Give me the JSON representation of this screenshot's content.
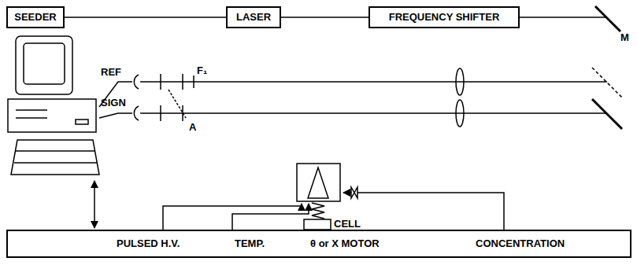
{
  "diagram": {
    "nodes": [
      {
        "text": [
          "SEEDER"
        ]
      },
      {
        "text": [
          "LASER"
        ]
      },
      {
        "text": [
          "FREQUENCY SHIFTER"
        ]
      },
      {
        "text": [
          "PULSED H.V.",
          "TEMP.",
          "θ or X MOTOR",
          "CONCENTRATION"
        ]
      }
    ],
    "edges": [
      {
        "from": 0,
        "to": 1,
        "arrow": "none"
      },
      {
        "from": 1,
        "to": 2,
        "arrow": "none"
      }
    ],
    "labels": [
      "M",
      "REF",
      "SIGN",
      "F₁",
      "A",
      "CELL"
    ]
  }
}
